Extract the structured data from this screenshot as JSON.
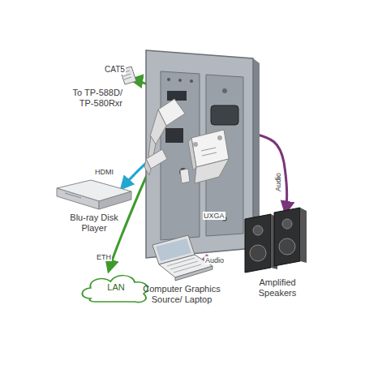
{
  "diagram": {
    "nodes": [
      {
        "text": [
          "Blu-ray Disk Player"
        ]
      },
      {
        "text": [
          "LAN"
        ]
      },
      {
        "text": [
          "Computer Graphics Source/ Laptop"
        ]
      },
      {
        "text": [
          "Amplified Speakers"
        ]
      }
    ],
    "labels": [
      "CAT5",
      "To TP-588D/ TP-580Rxr",
      "HDMI",
      "ETH",
      "UXGA",
      "Audio",
      "Audio"
    ]
  }
}
